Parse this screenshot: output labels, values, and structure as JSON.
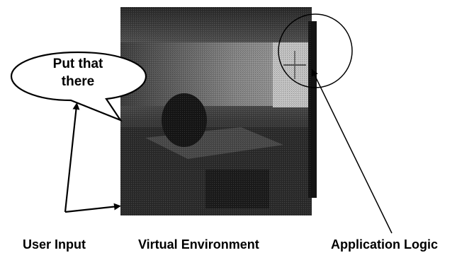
{
  "speech_bubble": {
    "line1": "Put that",
    "line2": "there"
  },
  "captions": {
    "user_input": "User Input",
    "virtual_environment": "Virtual Environment",
    "application_logic": "Application Logic"
  },
  "colors": {
    "ink": "#000000",
    "scene_dark": "#1e1e1e",
    "scene_mid": "#5a5a5a",
    "scene_light": "#b8b8b8",
    "bubble_fill": "#ffffff"
  }
}
